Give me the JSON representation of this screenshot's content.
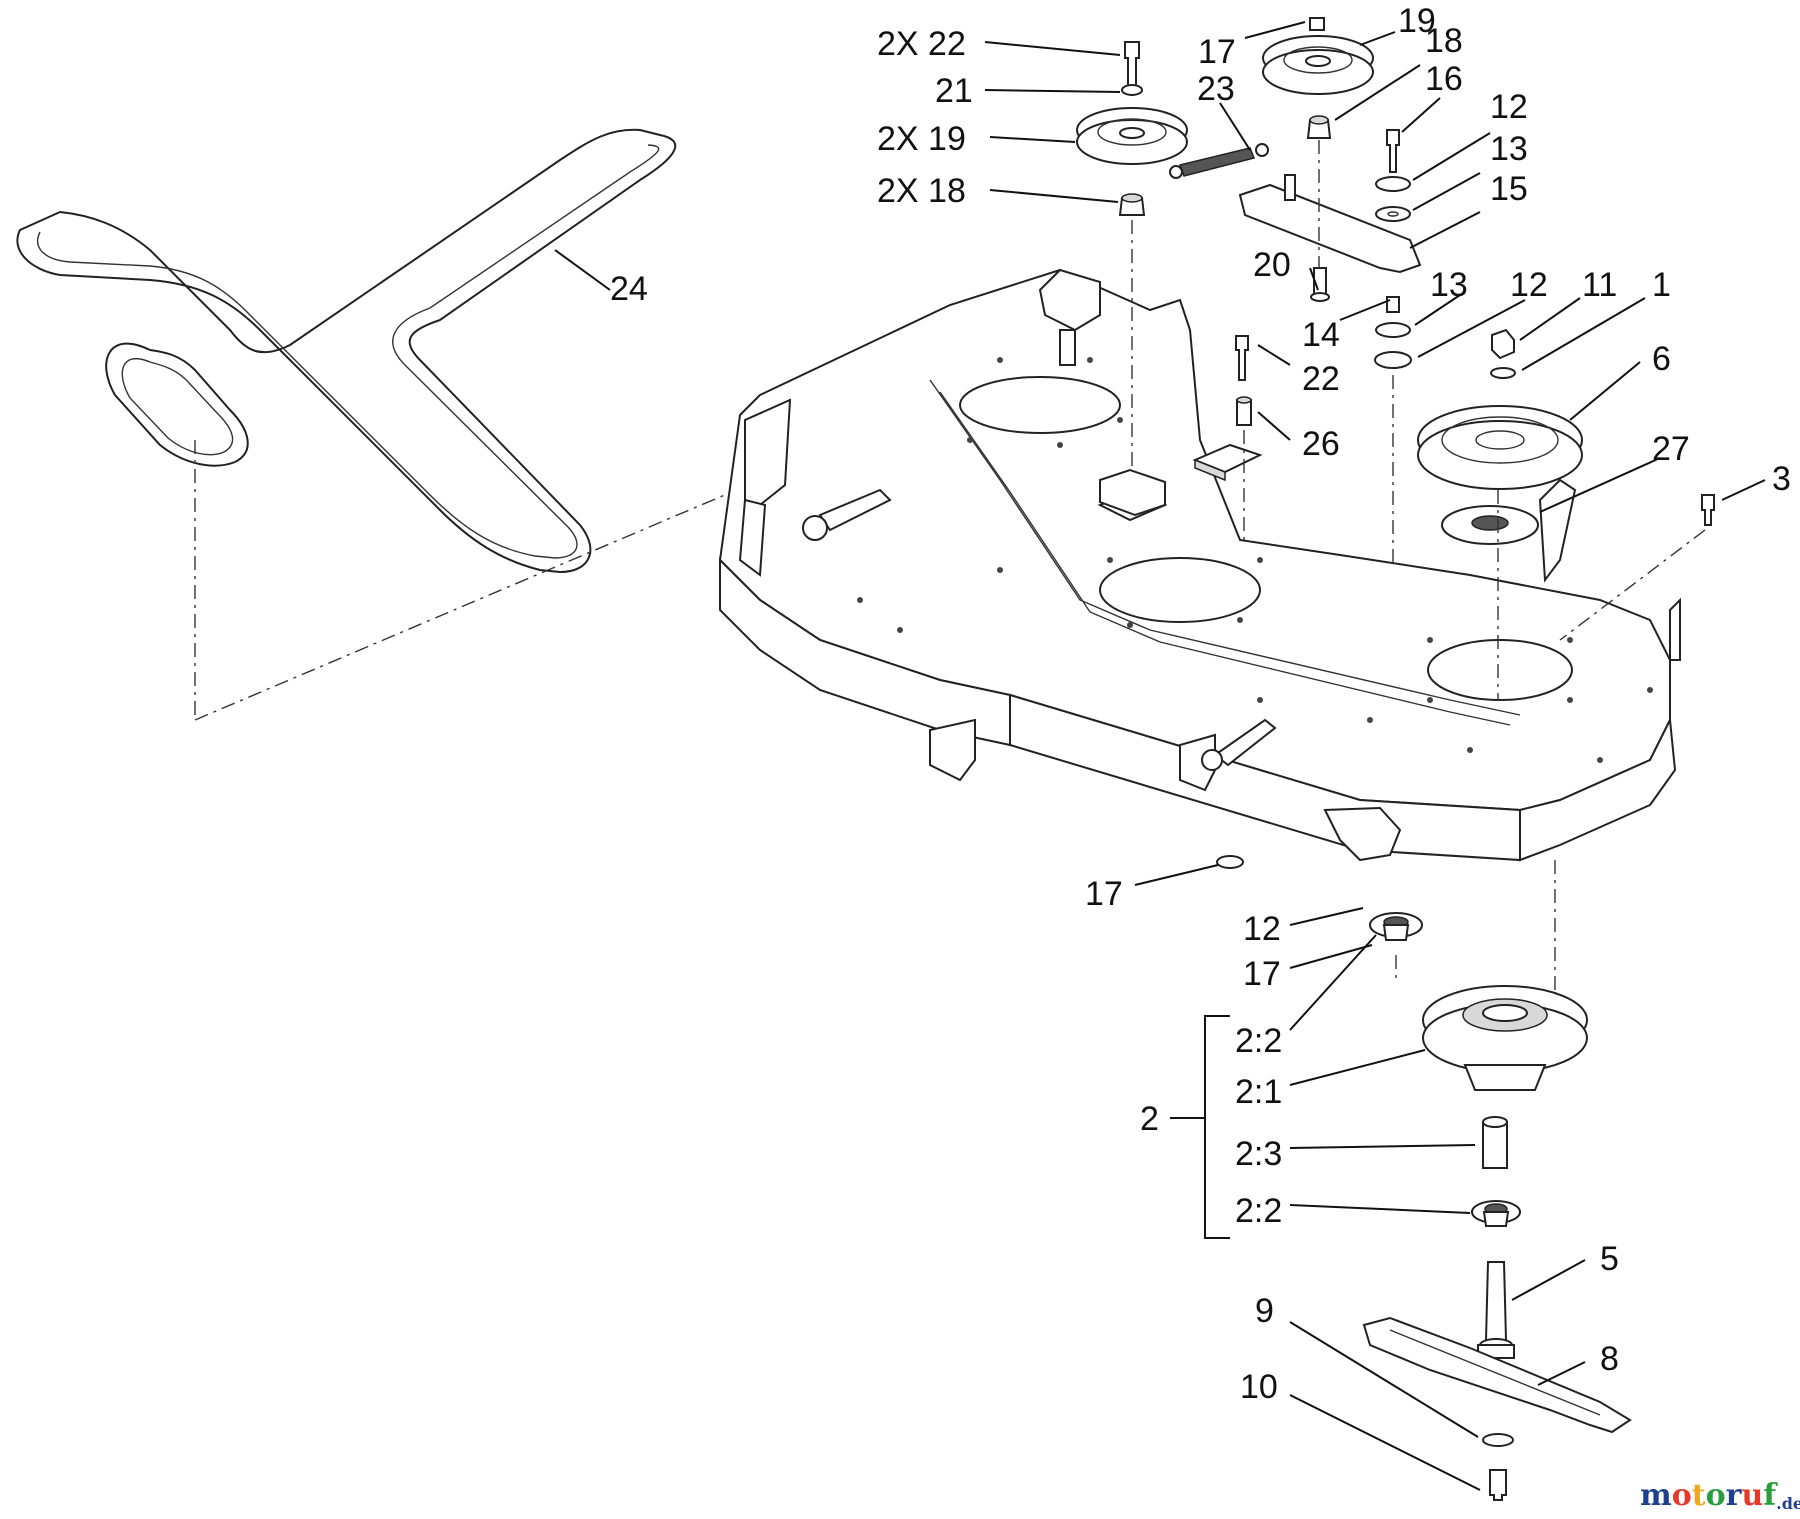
{
  "callouts": [
    {
      "id": "c-2x22",
      "text": "2X 22"
    },
    {
      "id": "c-21",
      "text": "21"
    },
    {
      "id": "c-2x19",
      "text": "2X 19"
    },
    {
      "id": "c-2x18",
      "text": "2X 18"
    },
    {
      "id": "c-17-top",
      "text": "17"
    },
    {
      "id": "c-19",
      "text": "19"
    },
    {
      "id": "c-18",
      "text": "18"
    },
    {
      "id": "c-23",
      "text": "23"
    },
    {
      "id": "c-16",
      "text": "16"
    },
    {
      "id": "c-12-a",
      "text": "12"
    },
    {
      "id": "c-13-a",
      "text": "13"
    },
    {
      "id": "c-15",
      "text": "15"
    },
    {
      "id": "c-20",
      "text": "20"
    },
    {
      "id": "c-14",
      "text": "14"
    },
    {
      "id": "c-13-b",
      "text": "13"
    },
    {
      "id": "c-12-b",
      "text": "12"
    },
    {
      "id": "c-11",
      "text": "11"
    },
    {
      "id": "c-1",
      "text": "1"
    },
    {
      "id": "c-22",
      "text": "22"
    },
    {
      "id": "c-26",
      "text": "26"
    },
    {
      "id": "c-6",
      "text": "6"
    },
    {
      "id": "c-27",
      "text": "27"
    },
    {
      "id": "c-3",
      "text": "3"
    },
    {
      "id": "c-24",
      "text": "24"
    },
    {
      "id": "c-17-mid",
      "text": "17"
    },
    {
      "id": "c-12-c",
      "text": "12"
    },
    {
      "id": "c-17-low",
      "text": "17"
    },
    {
      "id": "c-2-2-a",
      "text": "2:2"
    },
    {
      "id": "c-2-1",
      "text": "2:1"
    },
    {
      "id": "c-2",
      "text": "2"
    },
    {
      "id": "c-2-3",
      "text": "2:3"
    },
    {
      "id": "c-2-2-b",
      "text": "2:2"
    },
    {
      "id": "c-5",
      "text": "5"
    },
    {
      "id": "c-9",
      "text": "9"
    },
    {
      "id": "c-8",
      "text": "8"
    },
    {
      "id": "c-10",
      "text": "10"
    }
  ],
  "watermark": {
    "main": "motoruf",
    "suffix": ".de",
    "colors": [
      "#1f3f8f",
      "#e53a2a",
      "#f2a81c",
      "#2a9d3c",
      "#1f3f8f",
      "#e53a2a",
      "#2a9d3c"
    ]
  }
}
